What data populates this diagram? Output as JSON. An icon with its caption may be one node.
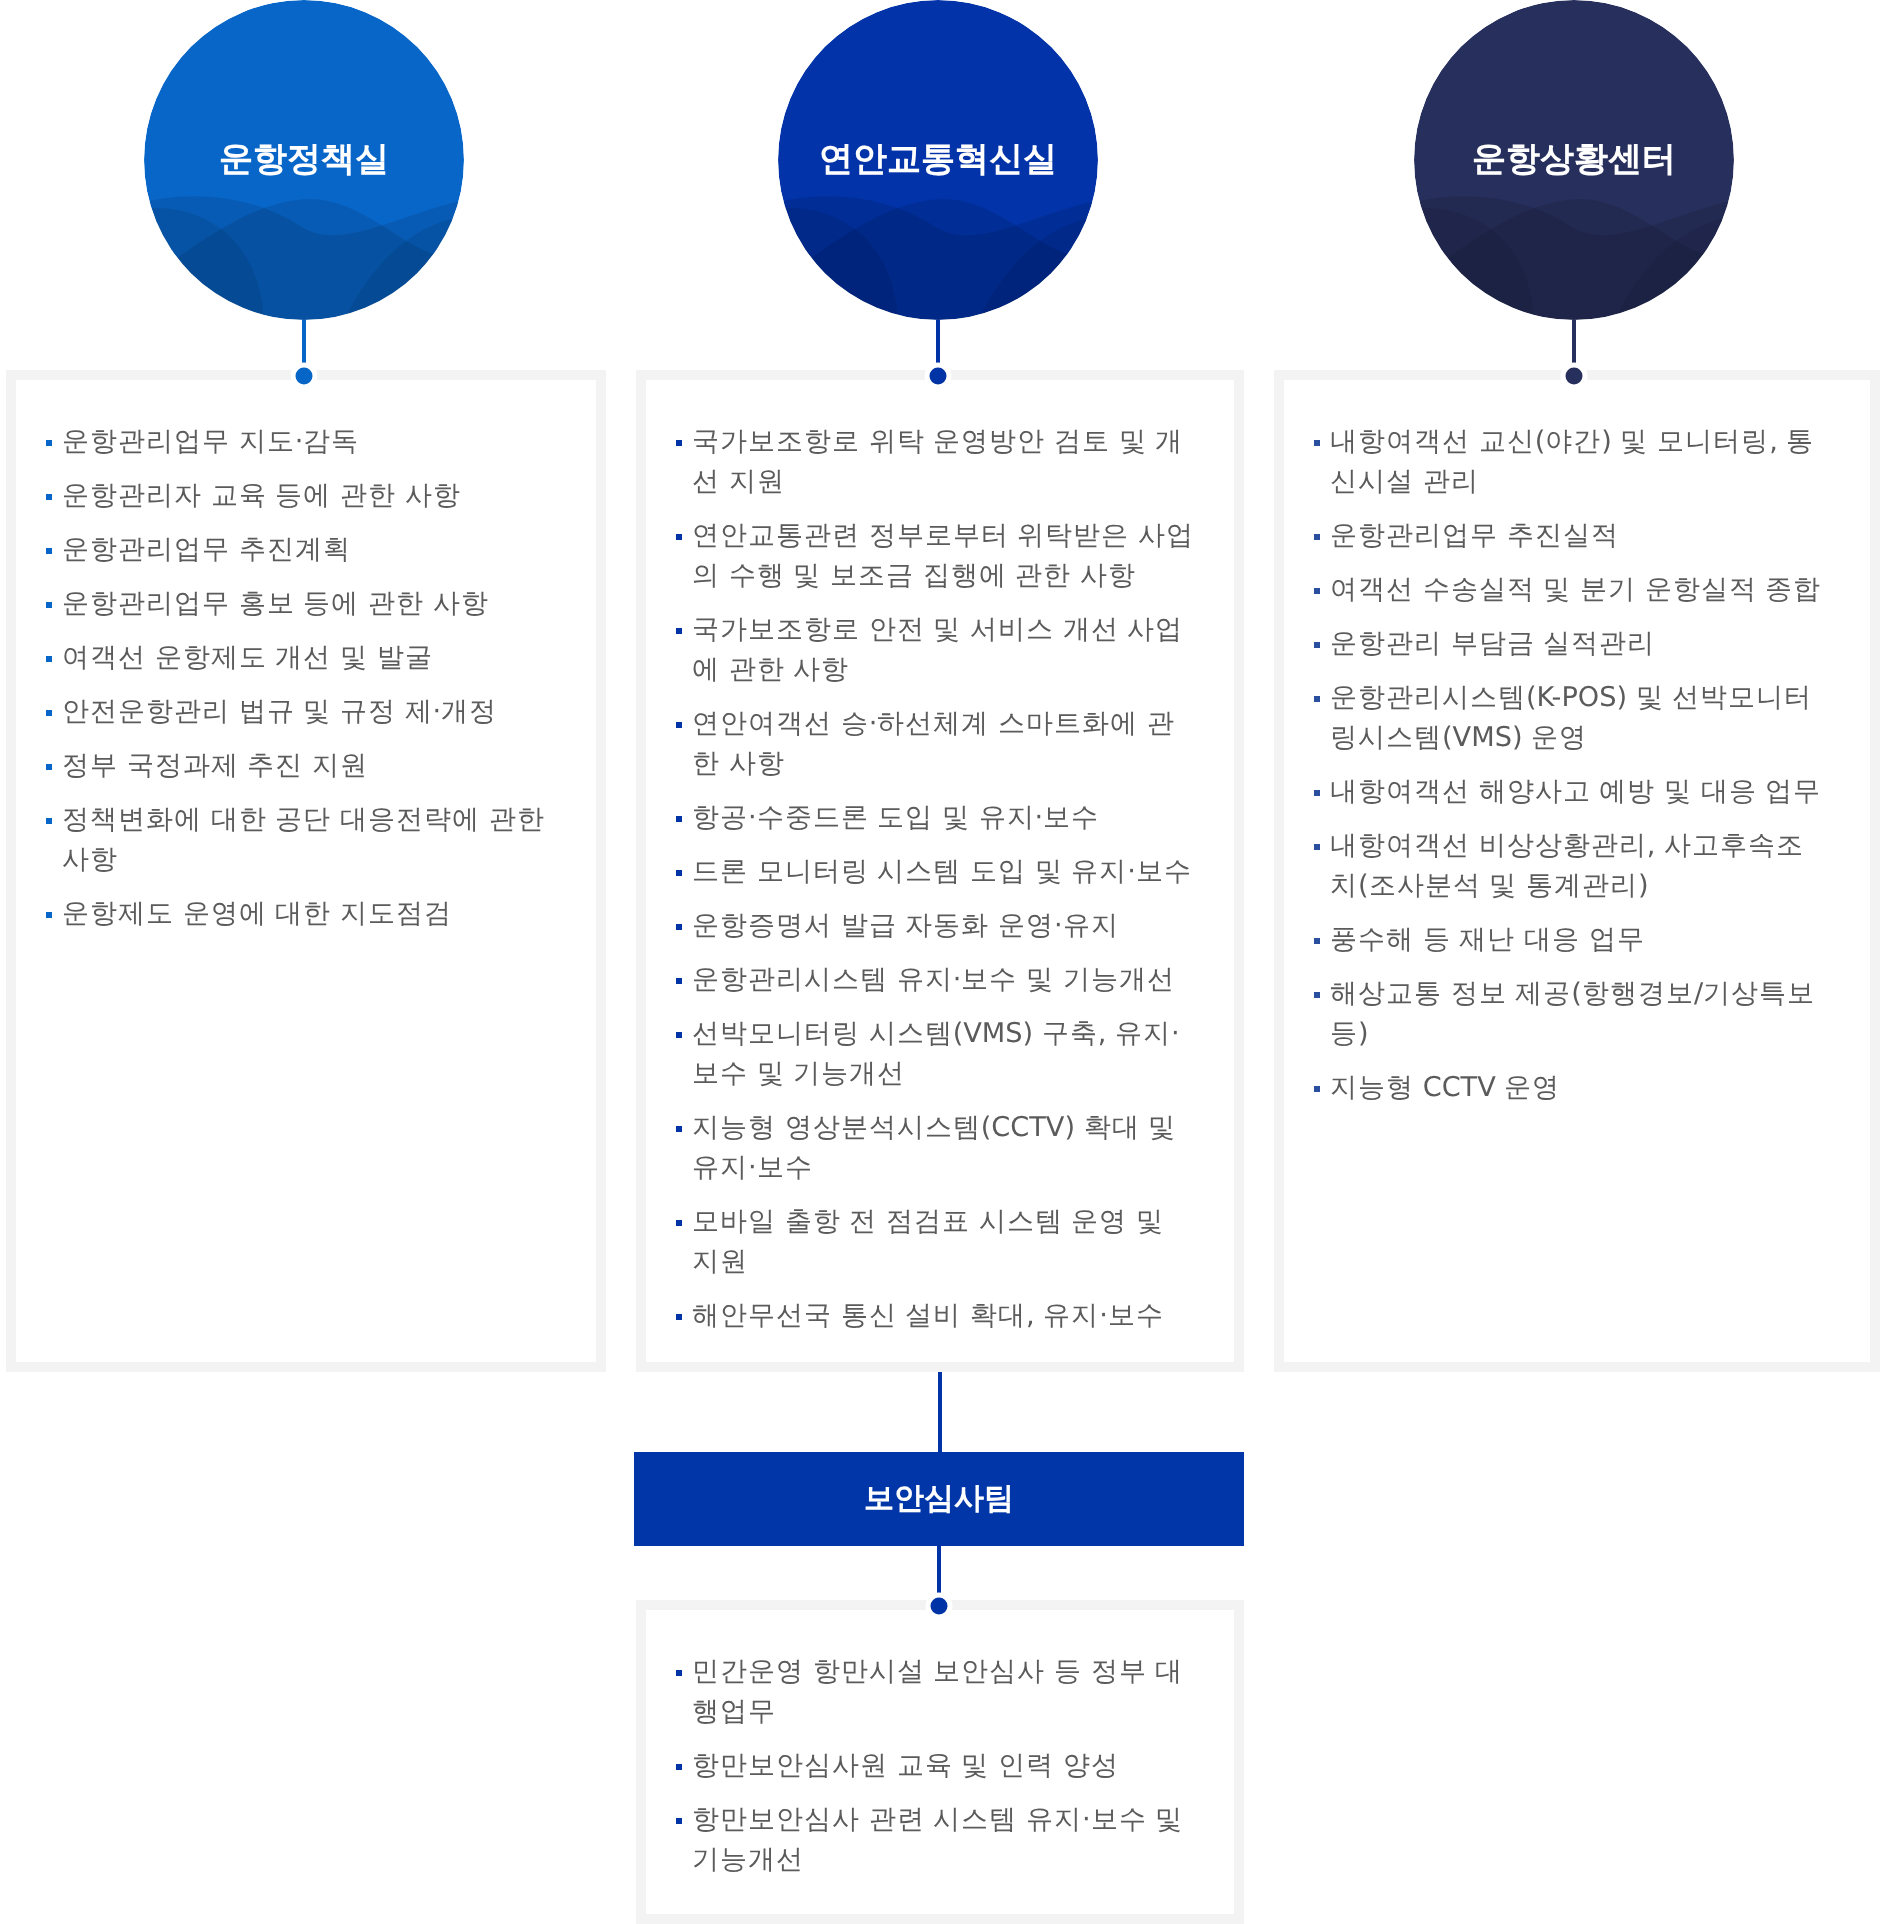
{
  "diagram": {
    "nodes": [
      {
        "text": [
          "운항정책실"
        ]
      },
      {
        "text": [
          "운항관리업무 지도·감독",
          "운항관리자 교육 등에 관한 사항",
          "운항관리업무 추진계획",
          "운항관리업무 홍보 등에 관한 사항",
          "여객선 운항제도 개선 및 발굴",
          "안전운항관리 법규 및 규정 제·개정",
          "정부 국정과제 추진 지원",
          "정책변화에 대한 공단 대응전략에 관한 사항",
          "운항제도 운영에 대한 지도점검"
        ]
      },
      {
        "text": [
          "연안교통혁신실"
        ]
      },
      {
        "text": [
          "국가보조항로 위탁 운영방안 검토 및 개선 지원",
          "연안교통관련 정부로부터 위탁받은 사업의 수행 및 보조금 집행에 관한 사항",
          "국가보조항로 안전 및 서비스 개선 사업에 관한 사항",
          "연안여객선 승·하선체계 스마트화에 관한 사항",
          "항공·수중드론 도입 및 유지·보수",
          "드론 모니터링 시스템 도입 및 유지·보수",
          "운항증명서 발급 자동화 운영·유지",
          "운항관리시스템 유지·보수 및 기능개선",
          "선박모니터링 시스템(VMS) 구축, 유지·보수 및 기능개선",
          "지능형 영상분석시스템(CCTV) 확대 및 유지·보수",
          "모바일 출항 전 점검표 시스템 운영 및 지원",
          "해안무선국 통신 설비 확대, 유지·보수"
        ]
      },
      {
        "text": [
          "운항상황센터"
        ]
      },
      {
        "text": [
          "내항여객선 교신(야간) 및 모니터링, 통신시설 관리",
          "운항관리업무 추진실적",
          "여객선 수송실적 및 분기 운항실적 종합",
          "운항관리 부담금 실적관리",
          "운항관리시스템(K-POS) 및 선박모니터링시스템(VMS) 운영",
          "내항여객선 해양사고 예방 및 대응 업무",
          "내항여객선 비상상황관리, 사고후속조치(조사분석 및 통계관리)",
          "풍수해 등 재난 대응 업무",
          "해상교통 정보 제공(항행경보/기상특보 등)",
          "지능형 CCTV 운영"
        ]
      },
      {
        "text": [
          "보안심사팀"
        ]
      },
      {
        "text": [
          "민간운영 항만시설 보안심사 등 정부 대행업무",
          "항만보안심사원 교육 및 인력 양성",
          "항만보안심사 관련 시스템 유지·보수 및 기능개선"
        ]
      }
    ],
    "edges": [
      {
        "from": 0,
        "to": 1,
        "arrow": "other",
        "color": "#0566c8"
      },
      {
        "from": 2,
        "to": 3,
        "arrow": "other"
      },
      {
        "from": 4,
        "to": 5,
        "arrow": "other",
        "color": "#27305c"
      },
      {
        "from": 3,
        "to": 6,
        "arrow": "none"
      },
      {
        "from": 6,
        "to": 7,
        "arrow": "other"
      }
    ]
  }
}
